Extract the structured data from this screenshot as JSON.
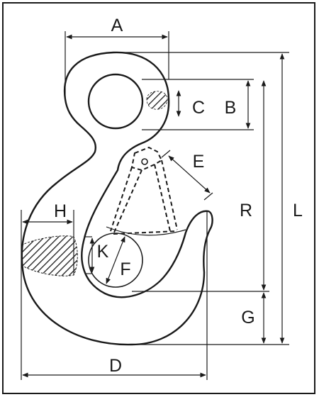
{
  "labels": {
    "A": "A",
    "B": "B",
    "C": "C",
    "D": "D",
    "E": "E",
    "F": "F",
    "G": "G",
    "H": "H",
    "K": "K",
    "L": "L",
    "R": "R"
  },
  "colors": {
    "ink": "#1a1a1a",
    "background": "#ffffff"
  }
}
